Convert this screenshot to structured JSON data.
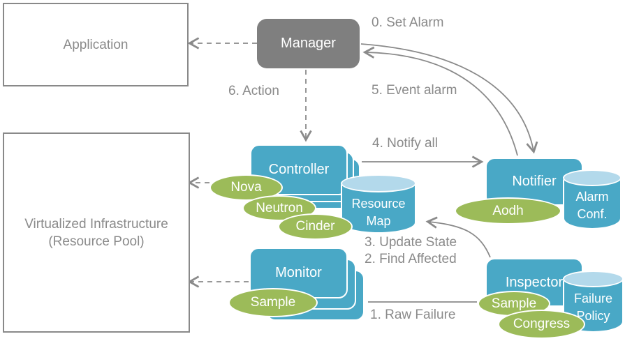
{
  "diagram": {
    "boxes": {
      "application": {
        "label": "Application"
      },
      "virtualized_infrastructure": {
        "label_line1": "Virtualized Infrastructure",
        "label_line2": "(Resource Pool)"
      },
      "manager": {
        "label": "Manager"
      },
      "controller": {
        "label": "Controller"
      },
      "monitor": {
        "label": "Monitor"
      },
      "notifier": {
        "label": "Notifier"
      },
      "inspector": {
        "label": "Inspector"
      }
    },
    "cylinders": {
      "resource_map": {
        "line1": "Resource",
        "line2": "Map"
      },
      "alarm_conf": {
        "line1": "Alarm",
        "line2": "Conf."
      },
      "failure_policy": {
        "line1": "Failure",
        "line2": "Policy"
      }
    },
    "ellipses": {
      "nova": "Nova",
      "neutron": "Neutron",
      "cinder": "Cinder",
      "aodh": "Aodh",
      "sample_monitor": "Sample",
      "sample_inspector": "Sample",
      "congress": "Congress"
    },
    "flow_labels": {
      "set_alarm": "0. Set Alarm",
      "event_alarm": "5. Event alarm",
      "action": "6. Action",
      "notify_all": "4. Notify all",
      "update_state": "3. Update State",
      "find_affected": "2. Find Affected",
      "raw_failure": "1. Raw Failure"
    },
    "colors": {
      "node_teal": "#49A8C6",
      "cylinder_top_blue": "#B3D9EB",
      "plugin_green": "#9CBB59",
      "manager_gray": "#7F7F7F",
      "line_gray": "#8A8A8A",
      "label_text_gray": "#8A8A8A"
    }
  }
}
